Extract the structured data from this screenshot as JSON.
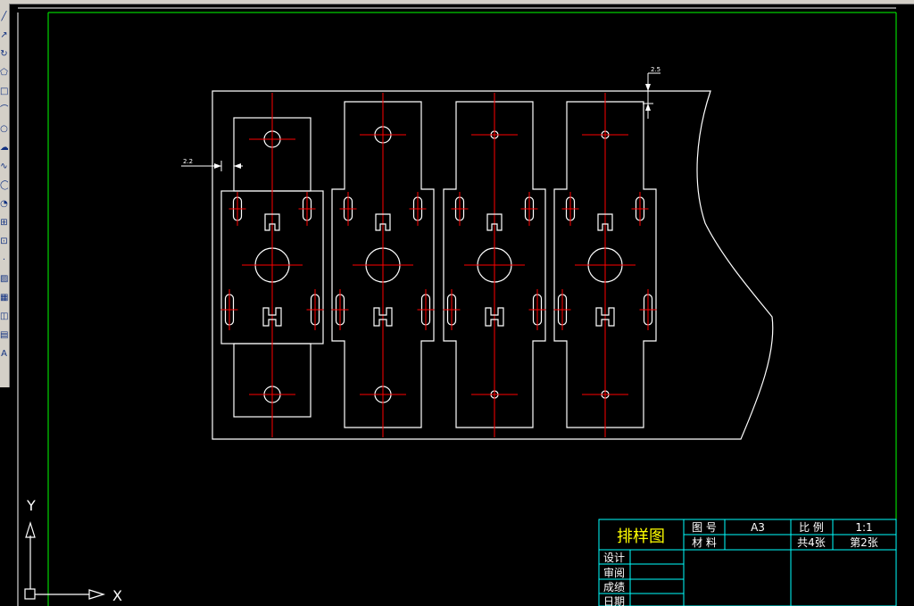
{
  "app": {
    "toolbar_icons": [
      "line-icon",
      "polyline-icon",
      "circle-arc-icon",
      "polygon-icon",
      "rectangle-icon",
      "arc-icon",
      "circle-icon",
      "revcloud-icon",
      "spline-icon",
      "ellipse-icon",
      "ellipse-arc-icon",
      "insert-block-icon",
      "make-block-icon",
      "point-icon",
      "hatch-icon",
      "gradient-icon",
      "region-icon",
      "table-icon",
      "multiline-text-icon"
    ]
  },
  "dimensions": {
    "left_gap": "2.2",
    "top_gap": "2.5"
  },
  "title_block": {
    "title": "排样图",
    "drawing_no_label": "图 号",
    "drawing_no_value": "A3",
    "scale_label": "比 例",
    "scale_value": "1:1",
    "material_label": "材 料",
    "material_value": "",
    "total_sheets": "共4张",
    "sheet_no": "第2张",
    "design_label": "设计",
    "review_label": "审阅",
    "grade_label": "成绩",
    "date_label": "日期"
  },
  "ucs": {
    "y_label": "Y",
    "x_label": "X"
  },
  "colors": {
    "background": "#000000",
    "outline": "#ffffff",
    "centerline": "#ff0000",
    "border": "#00ff00",
    "frame": "#00ffff",
    "title_text": "#ffff00"
  }
}
